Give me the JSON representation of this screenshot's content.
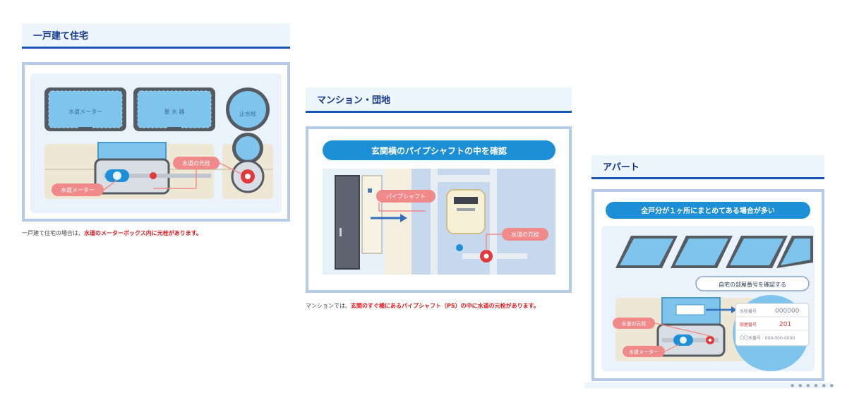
{
  "sections": {
    "house": {
      "heading": "一戸建て住宅",
      "labels": {
        "meter_box": "水道メーター",
        "drainage_box": "量 水 器",
        "stop_valve": "止水栓",
        "main_valve": "水道の元栓",
        "meter": "水道メーター"
      },
      "caption_plain": "一戸建て住宅の場合は、",
      "caption_emph": "水道のメーターボックス内に元栓があります。"
    },
    "mansion": {
      "heading": "マンション・団地",
      "banner": "玄関横のパイプシャフトの中を確認",
      "labels": {
        "pipe_shaft": "パイプシャフト",
        "main_valve": "水道の元栓"
      },
      "caption_plain": "マンションでは、",
      "caption_emph": "玄関のすぐ横にあるパイプシャフト（PS）の中に水道の元栓があります。"
    },
    "apartment": {
      "heading": "アパート",
      "banner": "全戸分が１ヶ所にまとめてある場合が多い",
      "labels": {
        "check_room": "自宅の部屋番号を確認する",
        "main_valve": "水道の元栓",
        "meter": "水道メーター",
        "plate_row1_label": "水栓番号",
        "plate_row1_value": "000000",
        "plate_row2_label": "部屋番号",
        "plate_row2_value": "201",
        "plate_row3": "〇〇水番号 · 000-000-0000"
      }
    }
  },
  "colors": {
    "heading_text": "#14368a",
    "heading_rule": "#1a57b5",
    "card_border": "#b6cbe8",
    "banner": "#1d8fd6",
    "label_pink": "#f08a8a",
    "valve_red": "#e03a3a",
    "emphasis": "#e3161b"
  }
}
